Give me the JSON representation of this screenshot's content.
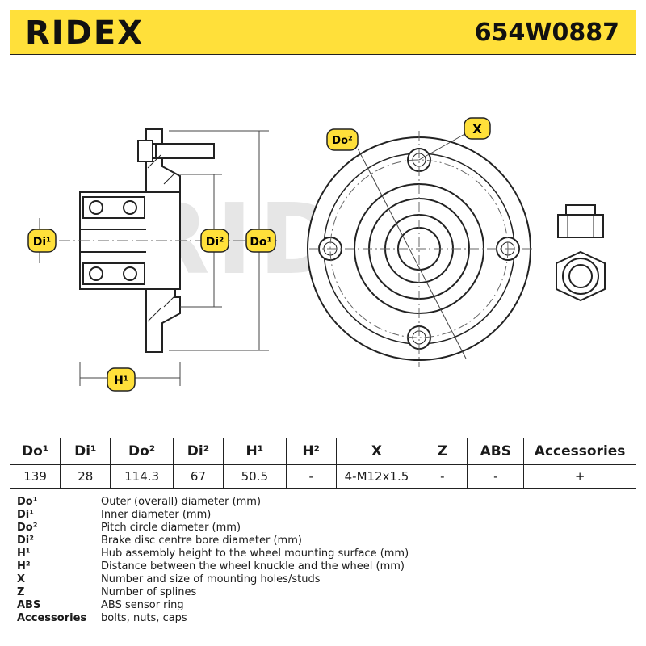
{
  "header": {
    "brand": "RIDEX",
    "part_number": "654W0887"
  },
  "drawing": {
    "labels": {
      "di1": "Di¹",
      "di2": "Di²",
      "do1": "Do¹",
      "do2": "Do²",
      "h1": "H¹",
      "x": "X"
    },
    "watermark": "RIDEX"
  },
  "spec_table": {
    "headers": [
      "Do¹",
      "Di¹",
      "Do²",
      "Di²",
      "H¹",
      "H²",
      "X",
      "Z",
      "ABS",
      "Accessories"
    ],
    "values": [
      "139",
      "28",
      "114.3",
      "67",
      "50.5",
      "-",
      "4-M12x1.5",
      "-",
      "-",
      "+"
    ]
  },
  "legend": [
    {
      "key": "Do¹",
      "text": "Outer (overall) diameter (mm)"
    },
    {
      "key": "Di¹",
      "text": "Inner diameter (mm)"
    },
    {
      "key": "Do²",
      "text": "Pitch circle diameter (mm)"
    },
    {
      "key": "Di²",
      "text": "Brake disc centre bore diameter (mm)"
    },
    {
      "key": "H¹",
      "text": "Hub assembly height to the wheel mounting surface (mm)"
    },
    {
      "key": "H²",
      "text": "Distance between the wheel knuckle and the wheel (mm)"
    },
    {
      "key": "X",
      "text": "Number and size of mounting holes/studs"
    },
    {
      "key": "Z",
      "text": "Number of splines"
    },
    {
      "key": "ABS",
      "text": "ABS sensor ring"
    },
    {
      "key": "Accessories",
      "text": "bolts, nuts, caps"
    }
  ],
  "colors": {
    "header_bg": "#ffe03a",
    "label_bg": "#ffe03a",
    "line": "#222222"
  }
}
